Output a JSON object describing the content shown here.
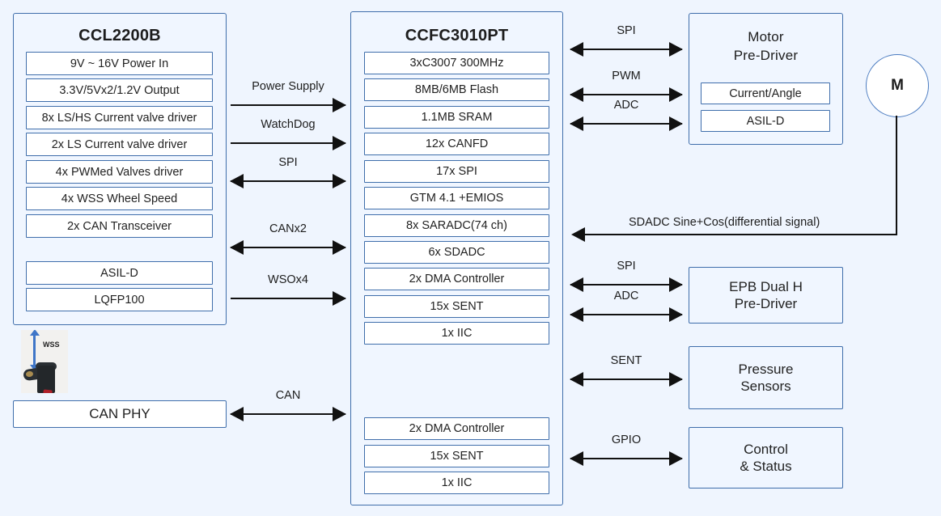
{
  "diagram": {
    "background_color": "#eff5fe",
    "box_border_color": "#3f6eab",
    "arrow_color": "#111111"
  },
  "left_panel": {
    "title": "CCL2200B",
    "features": [
      "9V ~ 16V Power In",
      "3.3V/5Vx2/1.2V Output",
      "8x LS/HS Current valve driver",
      "2x LS Current valve driver",
      "4x PWMed Valves driver",
      "4x WSS Wheel Speed",
      "2x CAN Transceiver"
    ],
    "qualifiers": [
      "ASIL-D",
      "LQFP100"
    ]
  },
  "wss_sensor": {
    "label": "WSS",
    "arrow_color": "#3f76c8"
  },
  "can_phy": {
    "label": "CAN PHY"
  },
  "center_panel": {
    "title": "CCFC3010PT",
    "features_top": [
      "3xC3007 300MHz",
      "8MB/6MB Flash",
      "1.1MB SRAM",
      "12x CANFD",
      "17x SPI",
      "GTM 4.1 +EMIOS",
      "8x SARADC(74 ch)",
      "6x SDADC",
      "2x DMA Controller",
      "15x SENT",
      "1x IIC"
    ],
    "features_bottom": [
      "2x DMA Controller",
      "15x SENT",
      "1x IIC"
    ]
  },
  "right_panels": {
    "motor_pre_driver": {
      "title": "Motor\nPre-Driver",
      "items": [
        "Current/Angle",
        "ASIL-D"
      ]
    },
    "motor": {
      "label": "M"
    },
    "epb": {
      "title": "EPB Dual H\nPre-Driver"
    },
    "pressure_sensors": {
      "title": "Pressure\nSensors"
    },
    "control_status": {
      "title": "Control\n& Status"
    }
  },
  "connections_left": [
    {
      "label": "Power Supply",
      "direction": "right"
    },
    {
      "label": "WatchDog",
      "direction": "right"
    },
    {
      "label": "SPI",
      "direction": "both"
    },
    {
      "label": "CANx2",
      "direction": "both"
    },
    {
      "label": "WSOx4",
      "direction": "right"
    },
    {
      "label": "CAN",
      "direction": "both"
    }
  ],
  "connections_right": [
    {
      "label": "SPI",
      "direction": "both"
    },
    {
      "label": "PWM",
      "direction": "both"
    },
    {
      "label": "ADC",
      "direction": "both"
    },
    {
      "label": "SPI",
      "direction": "both"
    },
    {
      "label": "ADC",
      "direction": "both"
    },
    {
      "label": "SENT",
      "direction": "both"
    },
    {
      "label": "GPIO",
      "direction": "both"
    }
  ],
  "sdadc_connection": {
    "label": "SDADC Sine+Cos(differential signal)",
    "direction": "left"
  }
}
